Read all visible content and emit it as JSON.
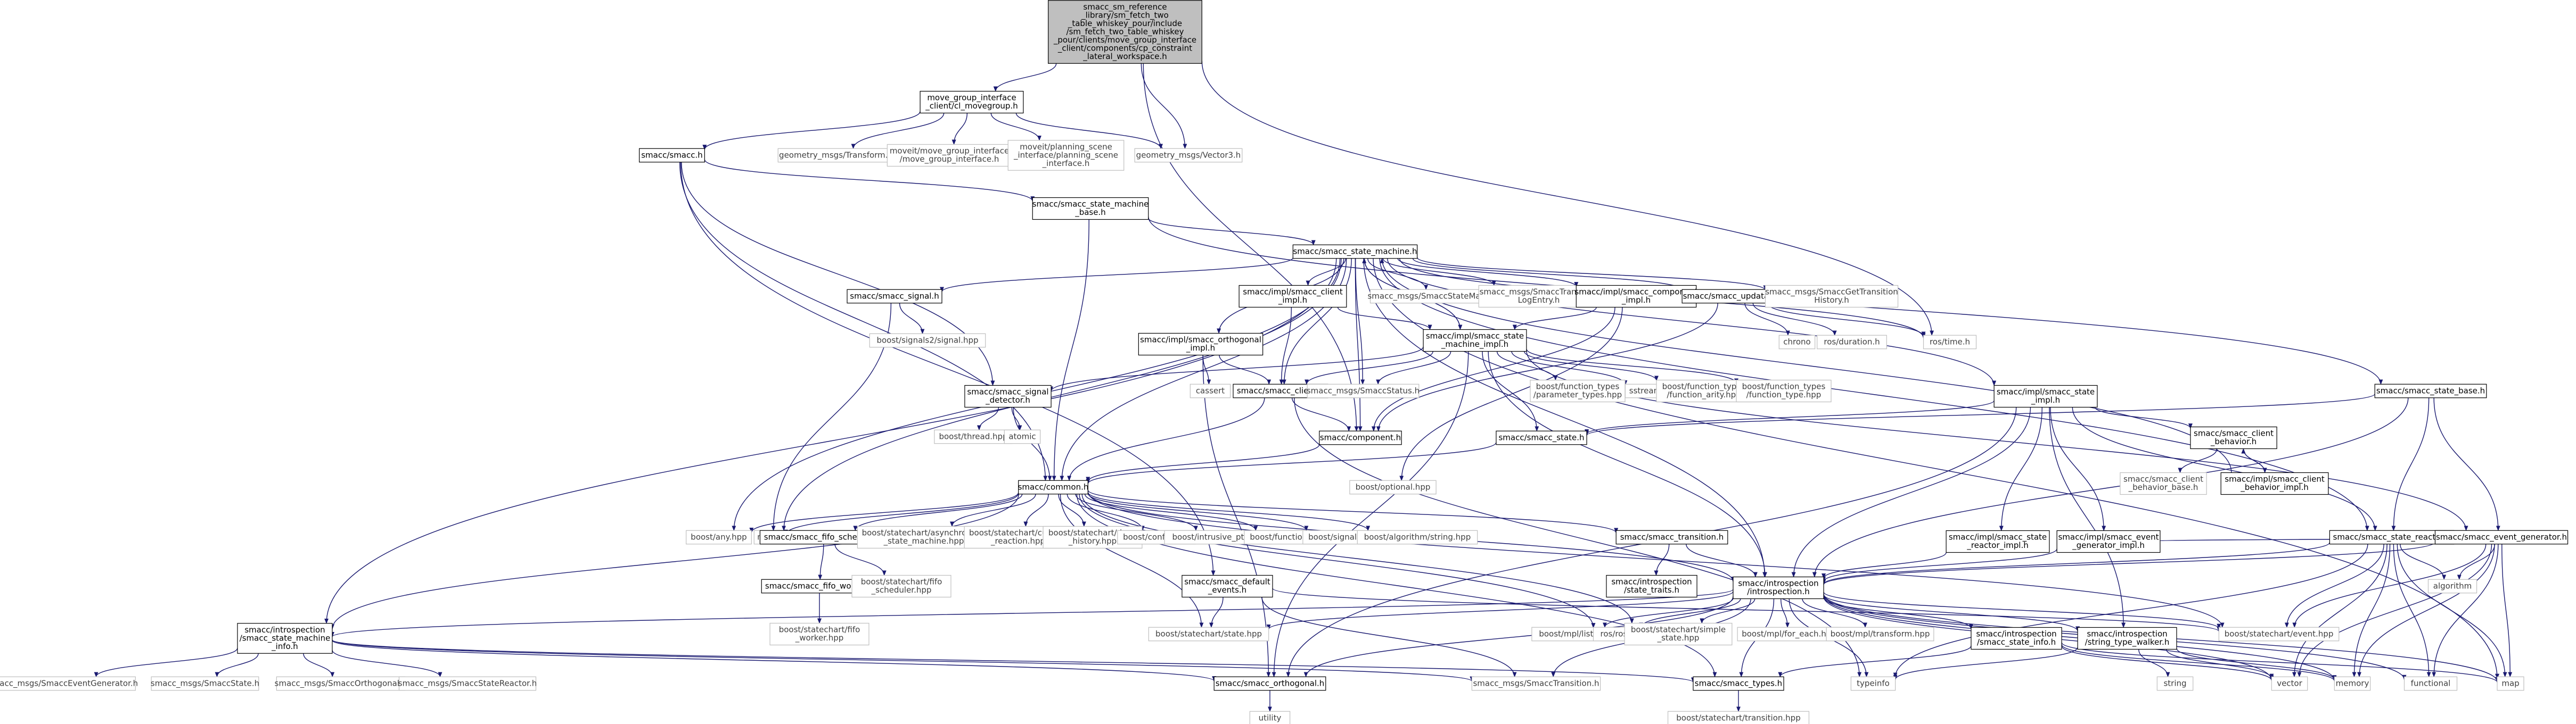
{
  "colors": {
    "edge": "#191970",
    "node_border": "#000000",
    "external_border": "#bfbfbf",
    "root_fill": "#bfbfbf",
    "background": "#ffffff"
  },
  "nodes": [
    {
      "id": "root",
      "lines": [
        "smacc_sm_reference",
        "_library/sm_fetch_two",
        "_table_whiskey_pour/include",
        "/sm_fetch_two_table_whiskey",
        "_pour/clients/move_group_interface",
        "_client/components/cp_constraint",
        "_lateral_workspace.h"
      ],
      "kind": "root"
    },
    {
      "id": "mgi",
      "lines": [
        "move_group_interface",
        "_client/cl_movegroup.h"
      ],
      "kind": "file"
    },
    {
      "id": "smacc",
      "lines": [
        "smacc/smacc.h"
      ],
      "kind": "file"
    },
    {
      "id": "gmtransform",
      "lines": [
        "geometry_msgs/Transform.h"
      ],
      "kind": "ext"
    },
    {
      "id": "mgi_h",
      "lines": [
        "moveit/move_group_interface",
        "/move_group_interface.h"
      ],
      "kind": "ext"
    },
    {
      "id": "psi_h",
      "lines": [
        "moveit/planning_scene",
        "_interface/planning_scene",
        "_interface.h"
      ],
      "kind": "ext"
    },
    {
      "id": "gmvector",
      "lines": [
        "geometry_msgs/Vector3.h"
      ],
      "kind": "ext"
    },
    {
      "id": "smbase",
      "lines": [
        "smacc/smacc_state_machine",
        "_base.h"
      ],
      "kind": "file"
    },
    {
      "id": "sm",
      "lines": [
        "smacc/smacc_state_machine.h"
      ],
      "kind": "file"
    },
    {
      "id": "signal",
      "lines": [
        "smacc/smacc_signal.h"
      ],
      "kind": "file"
    },
    {
      "id": "client_impl",
      "lines": [
        "smacc/impl/smacc_client",
        "_impl.h"
      ],
      "kind": "file"
    },
    {
      "id": "msg_sm",
      "lines": [
        "smacc_msgs/SmaccStateMachine.h"
      ],
      "kind": "ext"
    },
    {
      "id": "msg_trlog",
      "lines": [
        "smacc_msgs/SmaccTransition",
        "LogEntry.h"
      ],
      "kind": "ext"
    },
    {
      "id": "comp_impl",
      "lines": [
        "smacc/impl/smacc_component",
        "_impl.h"
      ],
      "kind": "file"
    },
    {
      "id": "updatable",
      "lines": [
        "smacc/smacc_updatable.h"
      ],
      "kind": "file"
    },
    {
      "id": "msg_gettr",
      "lines": [
        "smacc_msgs/SmaccGetTransition",
        "History.h"
      ],
      "kind": "ext"
    },
    {
      "id": "boostsig2",
      "lines": [
        "boost/signals2/signal.hpp"
      ],
      "kind": "ext"
    },
    {
      "id": "orth_impl",
      "lines": [
        "smacc/impl/smacc_orthogonal",
        "_impl.h"
      ],
      "kind": "file"
    },
    {
      "id": "sm_impl",
      "lines": [
        "smacc/impl/smacc_state",
        "_machine_impl.h"
      ],
      "kind": "file"
    },
    {
      "id": "chrono",
      "lines": [
        "chrono"
      ],
      "kind": "ext"
    },
    {
      "id": "rosduration",
      "lines": [
        "ros/duration.h"
      ],
      "kind": "ext"
    },
    {
      "id": "rostime",
      "lines": [
        "ros/time.h"
      ],
      "kind": "ext"
    },
    {
      "id": "sigdet",
      "lines": [
        "smacc/smacc_signal",
        "_detector.h"
      ],
      "kind": "file"
    },
    {
      "id": "cassert",
      "lines": [
        "cassert"
      ],
      "kind": "ext"
    },
    {
      "id": "client",
      "lines": [
        "smacc/smacc_client.h"
      ],
      "kind": "file"
    },
    {
      "id": "msg_status",
      "lines": [
        "smacc_msgs/SmaccStatus.h"
      ],
      "kind": "ext"
    },
    {
      "id": "ftparam",
      "lines": [
        "boost/function_types",
        "/parameter_types.hpp"
      ],
      "kind": "ext"
    },
    {
      "id": "sstream",
      "lines": [
        "sstream"
      ],
      "kind": "ext"
    },
    {
      "id": "ftarity",
      "lines": [
        "boost/function_types",
        "/function_arity.hpp"
      ],
      "kind": "ext"
    },
    {
      "id": "fttype",
      "lines": [
        "boost/function_types",
        "/function_type.hpp"
      ],
      "kind": "ext"
    },
    {
      "id": "state_impl",
      "lines": [
        "smacc/impl/smacc_state",
        "_impl.h"
      ],
      "kind": "file"
    },
    {
      "id": "statebase",
      "lines": [
        "smacc/smacc_state_base.h"
      ],
      "kind": "file"
    },
    {
      "id": "boostthread",
      "lines": [
        "boost/thread.hpp"
      ],
      "kind": "ext"
    },
    {
      "id": "atomic",
      "lines": [
        "atomic"
      ],
      "kind": "ext"
    },
    {
      "id": "component",
      "lines": [
        "smacc/component.h"
      ],
      "kind": "file"
    },
    {
      "id": "state",
      "lines": [
        "smacc/smacc_state.h"
      ],
      "kind": "file"
    },
    {
      "id": "clbeh",
      "lines": [
        "smacc/smacc_client",
        "_behavior.h"
      ],
      "kind": "file"
    },
    {
      "id": "optional",
      "lines": [
        "boost/optional.hpp"
      ],
      "kind": "ext"
    },
    {
      "id": "clbehbase",
      "lines": [
        "smacc/smacc_client",
        "_behavior_base.h"
      ],
      "kind": "ext"
    },
    {
      "id": "clbeh_impl",
      "lines": [
        "smacc/impl/smacc_client",
        "_behavior_impl.h"
      ],
      "kind": "file"
    },
    {
      "id": "common",
      "lines": [
        "smacc/common.h"
      ],
      "kind": "file"
    },
    {
      "id": "anyhpp",
      "lines": [
        "boost/any.hpp"
      ],
      "kind": "ext"
    },
    {
      "id": "mutex",
      "lines": [
        "mutex"
      ],
      "kind": "ext"
    },
    {
      "id": "fifosched",
      "lines": [
        "smacc/smacc_fifo_scheduler.h"
      ],
      "kind": "file"
    },
    {
      "id": "asyncsm",
      "lines": [
        "boost/statechart/asynchronous",
        "_state_machine.hpp"
      ],
      "kind": "ext"
    },
    {
      "id": "customreact",
      "lines": [
        "boost/statechart/custom",
        "_reaction.hpp"
      ],
      "kind": "ext"
    },
    {
      "id": "deephist",
      "lines": [
        "boost/statechart/deep",
        "_history.hpp"
      ],
      "kind": "ext"
    },
    {
      "id": "config",
      "lines": [
        "boost/config.hpp"
      ],
      "kind": "ext"
    },
    {
      "id": "intrusive",
      "lines": [
        "boost/intrusive_ptr.hpp"
      ],
      "kind": "ext"
    },
    {
      "id": "function",
      "lines": [
        "boost/function.hpp"
      ],
      "kind": "ext"
    },
    {
      "id": "signals2",
      "lines": [
        "boost/signals2.hpp"
      ],
      "kind": "ext"
    },
    {
      "id": "algostring",
      "lines": [
        "boost/algorithm/string.hpp"
      ],
      "kind": "ext"
    },
    {
      "id": "transition",
      "lines": [
        "smacc/smacc_transition.h"
      ],
      "kind": "file"
    },
    {
      "id": "sreact_impl",
      "lines": [
        "smacc/impl/smacc_state",
        "_reactor_impl.h"
      ],
      "kind": "file"
    },
    {
      "id": "evgen_impl",
      "lines": [
        "smacc/impl/smacc_event",
        "_generator_impl.h"
      ],
      "kind": "file"
    },
    {
      "id": "sreactor",
      "lines": [
        "smacc/smacc_state_reactor.h"
      ],
      "kind": "file"
    },
    {
      "id": "evgen",
      "lines": [
        "smacc/smacc_event_generator.h"
      ],
      "kind": "file"
    },
    {
      "id": "fifoworker",
      "lines": [
        "smacc/smacc_fifo_worker.h"
      ],
      "kind": "file"
    },
    {
      "id": "fifoschedhpp",
      "lines": [
        "boost/statechart/fifo",
        "_scheduler.hpp"
      ],
      "kind": "ext"
    },
    {
      "id": "defevents",
      "lines": [
        "smacc/smacc_default",
        "_events.h"
      ],
      "kind": "file"
    },
    {
      "id": "statetraits",
      "lines": [
        "smacc/introspection",
        "/state_traits.h"
      ],
      "kind": "file"
    },
    {
      "id": "introspection",
      "lines": [
        "smacc/introspection",
        "/introspection.h"
      ],
      "kind": "file"
    },
    {
      "id": "algorithm",
      "lines": [
        "algorithm"
      ],
      "kind": "ext"
    },
    {
      "id": "fifoworkerhpp",
      "lines": [
        "boost/statechart/fifo",
        "_worker.hpp"
      ],
      "kind": "ext"
    },
    {
      "id": "sminfo",
      "lines": [
        "smacc/introspection",
        "/smacc_state_machine",
        "_info.h"
      ],
      "kind": "file"
    },
    {
      "id": "statehpp",
      "lines": [
        "boost/statechart/state.hpp"
      ],
      "kind": "ext"
    },
    {
      "id": "mpllist",
      "lines": [
        "boost/mpl/list.hpp"
      ],
      "kind": "ext"
    },
    {
      "id": "rosros",
      "lines": [
        "ros/ros.h"
      ],
      "kind": "ext"
    },
    {
      "id": "simplestate",
      "lines": [
        "boost/statechart/simple",
        "_state.hpp"
      ],
      "kind": "ext"
    },
    {
      "id": "mplforeach",
      "lines": [
        "boost/mpl/for_each.hpp"
      ],
      "kind": "ext"
    },
    {
      "id": "mpltransform",
      "lines": [
        "boost/mpl/transform.hpp"
      ],
      "kind": "ext"
    },
    {
      "id": "stateinfo",
      "lines": [
        "smacc/introspection",
        "/smacc_state_info.h"
      ],
      "kind": "file"
    },
    {
      "id": "strwalker",
      "lines": [
        "smacc/introspection",
        "/string_type_walker.h"
      ],
      "kind": "file"
    },
    {
      "id": "eventhpp",
      "lines": [
        "boost/statechart/event.hpp"
      ],
      "kind": "ext"
    },
    {
      "id": "msg_evgen",
      "lines": [
        "smacc_msgs/SmaccEventGenerator.h"
      ],
      "kind": "ext"
    },
    {
      "id": "msg_state",
      "lines": [
        "smacc_msgs/SmaccState.h"
      ],
      "kind": "ext"
    },
    {
      "id": "msg_orth",
      "lines": [
        "smacc_msgs/SmaccOrthogonal.h"
      ],
      "kind": "ext"
    },
    {
      "id": "msg_sreact",
      "lines": [
        "smacc_msgs/SmaccStateReactor.h"
      ],
      "kind": "ext"
    },
    {
      "id": "orthogonal",
      "lines": [
        "smacc/smacc_orthogonal.h"
      ],
      "kind": "file"
    },
    {
      "id": "msg_trans",
      "lines": [
        "smacc_msgs/SmaccTransition.h"
      ],
      "kind": "ext"
    },
    {
      "id": "types",
      "lines": [
        "smacc/smacc_types.h"
      ],
      "kind": "file"
    },
    {
      "id": "typeinfo",
      "lines": [
        "typeinfo"
      ],
      "kind": "ext"
    },
    {
      "id": "string",
      "lines": [
        "string"
      ],
      "kind": "ext"
    },
    {
      "id": "vector",
      "lines": [
        "vector"
      ],
      "kind": "ext"
    },
    {
      "id": "memory",
      "lines": [
        "memory"
      ],
      "kind": "ext"
    },
    {
      "id": "functional",
      "lines": [
        "functional"
      ],
      "kind": "ext"
    },
    {
      "id": "map",
      "lines": [
        "map"
      ],
      "kind": "ext"
    },
    {
      "id": "utility",
      "lines": [
        "utility"
      ],
      "kind": "ext"
    },
    {
      "id": "transitionhpp",
      "lines": [
        "boost/statechart/transition.hpp"
      ],
      "kind": "ext"
    }
  ],
  "edges": [
    [
      "root",
      "mgi"
    ],
    [
      "root",
      "gmvector"
    ],
    [
      "root",
      "rostime"
    ],
    [
      "root",
      "component"
    ],
    [
      "mgi",
      "smacc"
    ],
    [
      "mgi",
      "gmtransform"
    ],
    [
      "mgi",
      "mgi_h"
    ],
    [
      "mgi",
      "psi_h"
    ],
    [
      "mgi",
      "gmvector"
    ],
    [
      "smacc",
      "smbase"
    ],
    [
      "smacc",
      "common"
    ],
    [
      "smacc",
      "sigdet"
    ],
    [
      "smacc",
      "defevents"
    ],
    [
      "smbase",
      "sm"
    ],
    [
      "smbase",
      "statebase"
    ],
    [
      "smbase",
      "common"
    ],
    [
      "sm",
      "signal"
    ],
    [
      "sm",
      "client_impl"
    ],
    [
      "sm",
      "msg_sm"
    ],
    [
      "sm",
      "msg_trlog"
    ],
    [
      "sm",
      "comp_impl"
    ],
    [
      "sm",
      "updatable"
    ],
    [
      "sm",
      "msg_gettr"
    ],
    [
      "sm",
      "orth_impl"
    ],
    [
      "sm",
      "sm_impl"
    ],
    [
      "sm",
      "state_impl"
    ],
    [
      "sm",
      "sminfo"
    ],
    [
      "sm",
      "common"
    ],
    [
      "sm",
      "anyhpp"
    ],
    [
      "sm",
      "mutex"
    ],
    [
      "sm",
      "msg_status"
    ],
    [
      "sm",
      "introspection"
    ],
    [
      "sm",
      "map"
    ],
    [
      "sm",
      "sreactor"
    ],
    [
      "sm",
      "component"
    ],
    [
      "sm",
      "client"
    ],
    [
      "sm",
      "rostime"
    ],
    [
      "signal",
      "boostsig2"
    ],
    [
      "signal",
      "mutex"
    ],
    [
      "client_impl",
      "client"
    ],
    [
      "client_impl",
      "sm_impl"
    ],
    [
      "comp_impl",
      "sm_impl"
    ],
    [
      "comp_impl",
      "component"
    ],
    [
      "updatable",
      "chrono"
    ],
    [
      "updatable",
      "rosduration"
    ],
    [
      "updatable",
      "rostime"
    ],
    [
      "updatable",
      "component"
    ],
    [
      "orth_impl",
      "client"
    ],
    [
      "orth_impl",
      "cassert"
    ],
    [
      "orth_impl",
      "orthogonal"
    ],
    [
      "sm_impl",
      "sigdet"
    ],
    [
      "sm_impl",
      "client"
    ],
    [
      "sm_impl",
      "msg_status"
    ],
    [
      "sm_impl",
      "state"
    ],
    [
      "sm_impl",
      "ftparam"
    ],
    [
      "sm_impl",
      "sstream"
    ],
    [
      "sm_impl",
      "ftarity"
    ],
    [
      "sm_impl",
      "fttype"
    ],
    [
      "sm_impl",
      "orthogonal"
    ],
    [
      "sm_impl",
      "introspection"
    ],
    [
      "sm_impl",
      "evgen"
    ],
    [
      "sm_impl",
      "sm"
    ],
    [
      "sigdet",
      "boostthread"
    ],
    [
      "sigdet",
      "atomic"
    ],
    [
      "sigdet",
      "common"
    ],
    [
      "client",
      "component"
    ],
    [
      "client",
      "common"
    ],
    [
      "client",
      "typeinfo"
    ],
    [
      "state_impl",
      "state"
    ],
    [
      "state_impl",
      "clbeh"
    ],
    [
      "state_impl",
      "sreact_impl"
    ],
    [
      "state_impl",
      "evgen_impl"
    ],
    [
      "state_impl",
      "sreactor"
    ],
    [
      "state_impl",
      "introspection"
    ],
    [
      "state_impl",
      "orthogonal"
    ],
    [
      "state_impl",
      "strwalker"
    ],
    [
      "statebase",
      "state"
    ],
    [
      "statebase",
      "sreactor"
    ],
    [
      "statebase",
      "evgen"
    ],
    [
      "statebase",
      "introspection"
    ],
    [
      "component",
      "common"
    ],
    [
      "state",
      "common"
    ],
    [
      "clbeh",
      "clbehbase"
    ],
    [
      "clbeh",
      "clbeh_impl"
    ],
    [
      "clbeh_impl",
      "clbeh"
    ],
    [
      "clbeh_impl",
      "sm"
    ],
    [
      "comp_impl",
      "optional"
    ],
    [
      "common",
      "anyhpp"
    ],
    [
      "common",
      "mutex"
    ],
    [
      "common",
      "fifosched"
    ],
    [
      "common",
      "asyncsm"
    ],
    [
      "common",
      "customreact"
    ],
    [
      "common",
      "deephist"
    ],
    [
      "common",
      "config"
    ],
    [
      "common",
      "intrusive"
    ],
    [
      "common",
      "function"
    ],
    [
      "common",
      "signals2"
    ],
    [
      "common",
      "algostring"
    ],
    [
      "common",
      "transition"
    ],
    [
      "common",
      "introspection"
    ],
    [
      "common",
      "types"
    ],
    [
      "common",
      "sminfo"
    ],
    [
      "common",
      "statehpp"
    ],
    [
      "common",
      "rosros"
    ],
    [
      "common",
      "simplestate"
    ],
    [
      "common",
      "eventhpp"
    ],
    [
      "fifosched",
      "fifoworker"
    ],
    [
      "fifosched",
      "fifoschedhpp"
    ],
    [
      "fifoworker",
      "fifoworkerhpp"
    ],
    [
      "transition",
      "statetraits"
    ],
    [
      "transition",
      "introspection"
    ],
    [
      "sreact_impl",
      "introspection"
    ],
    [
      "evgen_impl",
      "introspection"
    ],
    [
      "evgen_impl",
      "evgen"
    ],
    [
      "sreactor",
      "introspection"
    ],
    [
      "sreactor",
      "eventhpp"
    ],
    [
      "sreactor",
      "algorithm"
    ],
    [
      "sreactor",
      "vector"
    ],
    [
      "sreactor",
      "memory"
    ],
    [
      "sreactor",
      "functional"
    ],
    [
      "sreactor",
      "map"
    ],
    [
      "sreactor",
      "typeinfo"
    ],
    [
      "evgen",
      "introspection"
    ],
    [
      "evgen",
      "algorithm"
    ],
    [
      "evgen",
      "eventhpp"
    ],
    [
      "evgen",
      "vector"
    ],
    [
      "evgen",
      "memory"
    ],
    [
      "evgen",
      "functional"
    ],
    [
      "evgen",
      "map"
    ],
    [
      "defevents",
      "statehpp"
    ],
    [
      "defevents",
      "msg_trans"
    ],
    [
      "defevents",
      "eventhpp"
    ],
    [
      "introspection",
      "statehpp"
    ],
    [
      "introspection",
      "mpllist"
    ],
    [
      "introspection",
      "rosros"
    ],
    [
      "introspection",
      "simplestate"
    ],
    [
      "introspection",
      "mplforeach"
    ],
    [
      "introspection",
      "mpltransform"
    ],
    [
      "introspection",
      "stateinfo"
    ],
    [
      "introspection",
      "strwalker"
    ],
    [
      "introspection",
      "eventhpp"
    ],
    [
      "introspection",
      "types"
    ],
    [
      "introspection",
      "typeinfo"
    ],
    [
      "introspection",
      "msg_trans"
    ],
    [
      "introspection",
      "sminfo"
    ],
    [
      "introspection",
      "orthogonal"
    ],
    [
      "introspection",
      "memory"
    ],
    [
      "introspection",
      "functional"
    ],
    [
      "introspection",
      "map"
    ],
    [
      "introspection",
      "vector"
    ],
    [
      "sminfo",
      "msg_evgen"
    ],
    [
      "sminfo",
      "msg_state"
    ],
    [
      "sminfo",
      "msg_orth"
    ],
    [
      "sminfo",
      "msg_sreact"
    ],
    [
      "sminfo",
      "orthogonal"
    ],
    [
      "sminfo",
      "msg_trans"
    ],
    [
      "sminfo",
      "types"
    ],
    [
      "stateinfo",
      "types"
    ],
    [
      "stateinfo",
      "vector"
    ],
    [
      "stateinfo",
      "memory"
    ],
    [
      "stateinfo",
      "map"
    ],
    [
      "strwalker",
      "string"
    ],
    [
      "strwalker",
      "vector"
    ],
    [
      "strwalker",
      "typeinfo"
    ],
    [
      "strwalker",
      "memory"
    ],
    [
      "orthogonal",
      "utility"
    ],
    [
      "types",
      "transitionhpp"
    ]
  ]
}
